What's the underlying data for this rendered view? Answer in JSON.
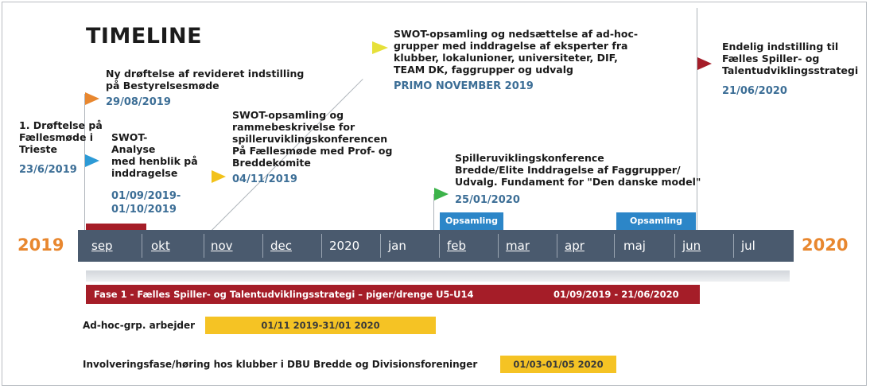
{
  "title": "TIMELINE",
  "years": {
    "start": "2019",
    "end": "2020"
  },
  "months": [
    "sep",
    "okt",
    "nov",
    "dec",
    "2020",
    "jan",
    "feb",
    "mar",
    "apr",
    "maj",
    "jun",
    "jul"
  ],
  "milestones": [
    {
      "text": [
        "1. Drøftelse på",
        "Fællesmøde i",
        "Trieste"
      ],
      "date": "23/6/2019"
    },
    {
      "text": [
        "Ny drøftelse af revideret indstilling",
        "på Bestyrelsesmøde"
      ],
      "date": "29/08/2019",
      "color": "#e8872f"
    },
    {
      "text": [
        "SWOT-",
        "Analyse",
        "med henblik på",
        "inddragelse"
      ],
      "date": [
        "01/09/2019-",
        "01/10/2019"
      ],
      "color": "#2c9ad6"
    },
    {
      "text": [
        "SWOT-opsamling og",
        "rammebeskrivelse for",
        "spilleruviklingskonferencen",
        "På Fællesmøde med Prof- og",
        "Breddekomite"
      ],
      "date": "04/11/2019",
      "color": "#f2c21a"
    },
    {
      "text": [
        "SWOT-opsamling og nedsættelse af ad-hoc-",
        "grupper med inddragelse af eksperter fra",
        "klubber, lokalunioner, universiteter, DIF,",
        "TEAM DK, faggrupper og udvalg"
      ],
      "date": "PRIMO NOVEMBER 2019",
      "color": "#e6e03a"
    },
    {
      "text": [
        "Spilleruviklingskonference",
        "Bredde/Elite Inddragelse af Faggrupper/",
        "Udvalg. Fundament for \"Den danske model\""
      ],
      "date": "25/01/2020",
      "color": "#3cb34a"
    },
    {
      "text": [
        "Endelig indstilling til",
        "Fælles Spiller- og",
        "Talentudviklingsstrategi"
      ],
      "date": "21/06/2020",
      "color": "#a51d28"
    }
  ],
  "opsamling": [
    "Opsamling",
    "Opsamling"
  ],
  "phase": {
    "label": "Fase 1 - Fælles Spiller- og Talentudviklingsstrategi – piger/drenge U5-U14",
    "dates": "01/09/2019 - 21/06/2020"
  },
  "adhoc": {
    "label": "Ad-hoc-grp. arbejder",
    "dates": "01/11 2019-31/01 2020"
  },
  "involvering": {
    "label": "Involveringsfase/høring hos klubber i DBU Bredde og Divisionsforeninger",
    "dates": "01/03-01/05 2020"
  }
}
